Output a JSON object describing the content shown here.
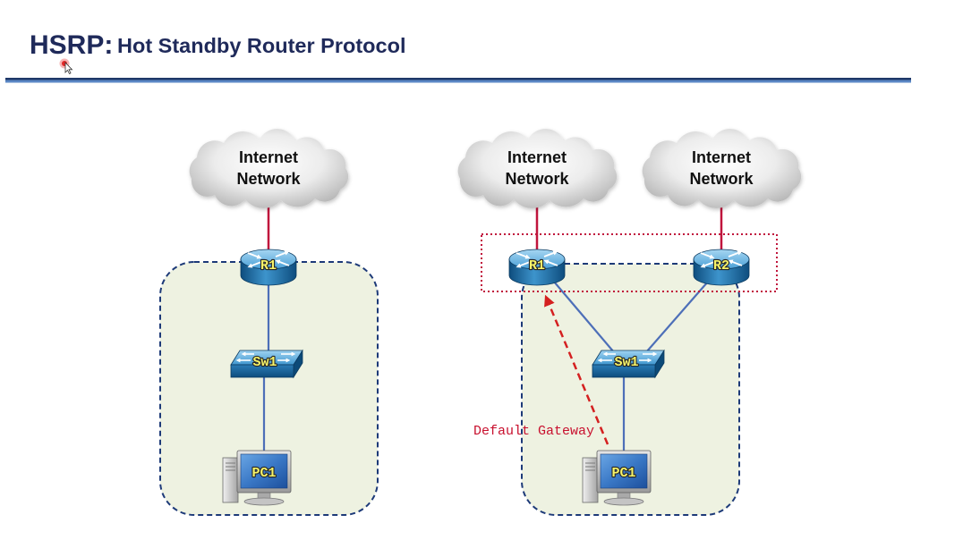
{
  "slide": {
    "title_acronym": "HSRP:",
    "title_text": "Hot Standby Router Protocol"
  },
  "single_router_topology": {
    "cloud": {
      "line1": "Internet",
      "line2": "Network"
    },
    "router_label": "R1",
    "switch_label": "Sw1",
    "pc_label": "PC1"
  },
  "redundant_router_topology": {
    "clouds": [
      {
        "line1": "Internet",
        "line2": "Network"
      },
      {
        "line1": "Internet",
        "line2": "Network"
      }
    ],
    "router_labels": [
      "R1",
      "R2"
    ],
    "switch_label": "Sw1",
    "pc_label": "PC1",
    "annotation": "Default Gateway"
  },
  "icons": {
    "cloud": "cloud-icon",
    "router": "router-icon",
    "switch": "switch-icon",
    "pc": "pc-icon",
    "cursor": "mouse-cursor-icon"
  },
  "colors": {
    "title": "#1f2a5a",
    "wan_link": "#c0143c",
    "lan_link": "#4d6fb8",
    "hsrp_group_outline": "#c0143c",
    "default_gateway_arrow": "#d42020",
    "lan_area_fill": "#eef2e1",
    "lan_area_outline": "#1d3a78",
    "device_label": "#f7f46a"
  }
}
